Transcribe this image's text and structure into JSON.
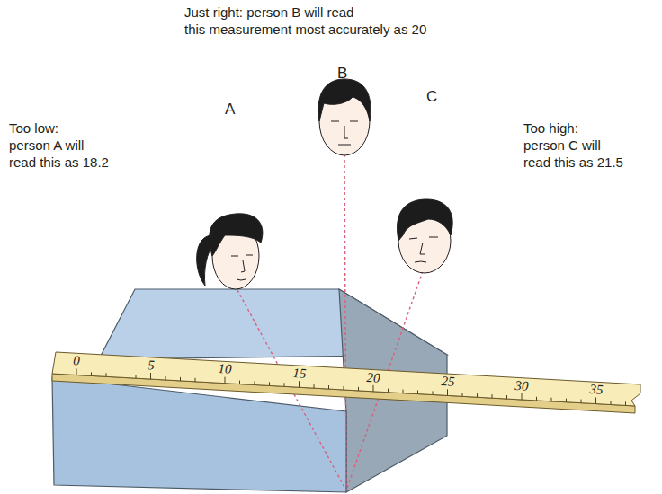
{
  "diagram": {
    "labels": [
      "Just right: person B will read this measurement most accurately as 20",
      "Too low: person A will read this as 18.2",
      "Too high: person C will read this as 21.5",
      "A",
      "B",
      "C",
      "0",
      "5",
      "10",
      "15",
      "20",
      "25",
      "30",
      "35"
    ]
  }
}
